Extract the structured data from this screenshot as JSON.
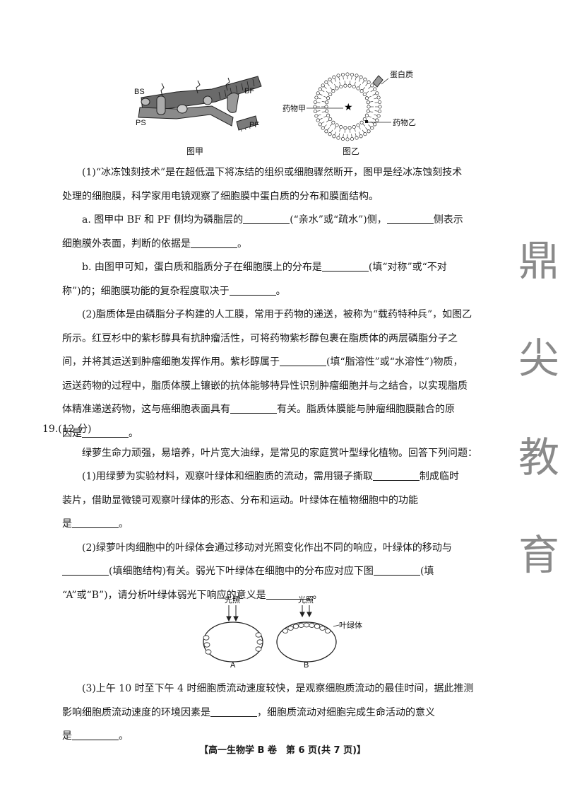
{
  "figures": {
    "jia": {
      "caption": "图甲",
      "labels": {
        "bs": "BS",
        "bf": "BF",
        "ps": "PS",
        "pf": "PF"
      }
    },
    "yi": {
      "caption": "图乙",
      "labels": {
        "protein": "蛋白质",
        "drug_a": "药物甲",
        "drug_b": "药物乙"
      }
    },
    "chloroplast": {
      "light_label_a": "光照",
      "light_label_b": "光照",
      "organelle_label": "叶绿体",
      "caption_a": "A",
      "caption_b": "B"
    }
  },
  "q18": {
    "p1_l1": "(1)“冰冻蚀刻技术”是在超低温下将冻结的组织或细胞骤然断开，图甲是经冰冻蚀刻技术",
    "p1_l2": "处理的细胞膜，科学家用电镜观察了细胞膜中蛋白质的分布和膜面结构。",
    "a_l1_pre": "a. 图甲中 BF 和 PF 侧均为磷脂层的",
    "a_l1_mid": "(“亲水”或“疏水”)侧，",
    "a_l1_post": "侧表示",
    "a_l2_pre": "细胞膜外表面，判断的依据是",
    "a_l2_post": "。",
    "b_l1_pre": "b. 由图甲可知，蛋白质和脂质分子在细胞膜上的分布是",
    "b_l1_post": "(填“对称”或“不对",
    "b_l2_pre": "称”)的；细胞膜功能的复杂程度取决于",
    "b_l2_post": "。",
    "p2_l1": "(2)脂质体是由磷脂分子构建的人工膜，常用于药物的递送，被称为“载药特种兵”，如图乙",
    "p2_l2": "所示。红豆杉中的紫杉醇具有抗肿瘤活性，可将药物紫杉醇包裹在脂质体的两层磷脂分子之",
    "p2_l3_pre": "间，并将其运送到肿瘤细胞发挥作用。紫杉醇属于",
    "p2_l3_post": "(填“脂溶性”或“水溶性”)物质，",
    "p2_l4": "运送药物的过程中，脂质体膜上镶嵌的抗体能够特异性识别肿瘤细胞并与之结合，以实现脂质",
    "p2_l5_pre": "体精准递送药物，这与癌细胞表面具有",
    "p2_l5_post": "有关。脂质体膜能与肿瘤细胞膜融合的原",
    "p2_l6_pre": "因是",
    "p2_l6_post": "。"
  },
  "q19": {
    "heading": "19.(12 分)",
    "intro": "绿萝生命力顽强，易培养，叶片宽大油绿，是常见的家庭赏叶型绿化植物。回答下列问题：",
    "p1_l1_pre": "(1)用绿萝为实验材料，观察叶绿体和细胞质的流动，需用镊子撕取",
    "p1_l1_post": "制成临时",
    "p1_l2": "装片，借助显微镜可观察叶绿体的形态、分布和运动。叶绿体在植物细胞中的功能",
    "p1_l3_pre": "是",
    "p1_l3_post": "。",
    "p2_l1": "(2)绿萝叶肉细胞中的叶绿体会通过移动对光照变化作出不同的响应，叶绿体的移动与",
    "p2_l2_post": "(填细胞结构)有关。弱光下叶绿体在细胞中的分布应对应下图",
    "p2_l2_tail": "(填",
    "p2_l3_pre": "“A”或“B”)，请分析叶绿体弱光下响应的意义是",
    "p2_l3_post": "。",
    "p3_l1": "(3)上午 10 时至下午 4 时细胞质流动速度较快，是观察细胞质流动的最佳时间，据此推测",
    "p3_l2_pre": "影响细胞质流动速度的环境因素是",
    "p3_l2_post": "，细胞质流动对细胞完成生命活动的意义",
    "p3_l3_pre": "是",
    "p3_l3_post": "。"
  },
  "watermark": [
    "鼎",
    "尖",
    "教",
    "育"
  ],
  "footer": "【高一生物学 B 卷　第 6 页(共 7 页)】"
}
